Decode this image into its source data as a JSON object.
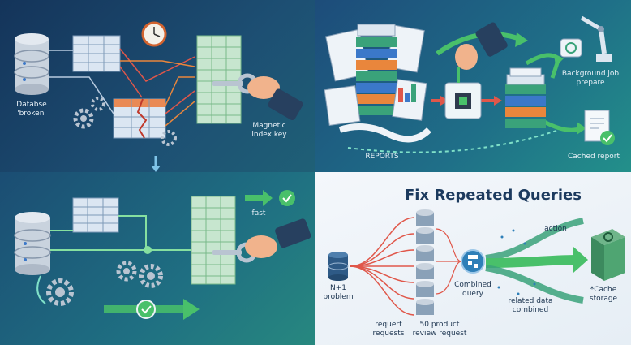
{
  "panel_index": {
    "db_label_line1": "Databse",
    "db_label_line2": "'broken'",
    "key_label_line1": "Magnetic",
    "key_label_line2": "index key"
  },
  "panel_cache": {
    "reports_label": "REPORTS",
    "job_label_line1": "Background job",
    "job_label_line2": "prepare",
    "cached_label": "Cached report"
  },
  "panel_fast": {
    "fast_label": "fast"
  },
  "panel_queries": {
    "title": "Fix Repeated Queries",
    "problem_line1": "N+1",
    "problem_line2": "problem",
    "requests_line1": "requert",
    "requests_line2": "requests",
    "product_line1": "50 product",
    "product_line2": "review request",
    "combined_line1": "Combined",
    "combined_line2": "query",
    "action_label": "action",
    "related_line1": "related data",
    "related_line2": "combined",
    "cache_line1": "*Cache",
    "cache_line2": "storage"
  },
  "colors": {
    "navy": "#14345a",
    "teal": "#23908a",
    "green": "#4caf50",
    "red_arrow": "#e0574a",
    "orange_arrow": "#e9863c",
    "light_bg": "#eef3f8"
  }
}
